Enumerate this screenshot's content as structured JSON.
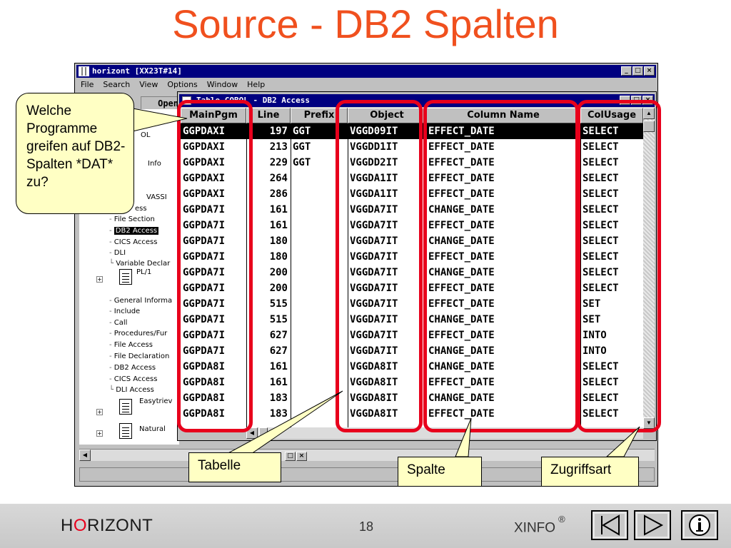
{
  "slide": {
    "title": "Source - DB2 Spalten"
  },
  "outer_window": {
    "title": "horizont [XX23T#14]",
    "menu": [
      "File",
      "Search",
      "View",
      "Options",
      "Window",
      "Help"
    ],
    "toolbar_open": "Open",
    "controls": [
      "_",
      "□",
      "×"
    ]
  },
  "tree": {
    "items": [
      {
        "label": "OL"
      },
      {
        "label": "Info"
      },
      {
        "label": "VASSI"
      },
      {
        "label": "ess"
      },
      {
        "label": "File Section"
      },
      {
        "label": "DB2 Access",
        "selected": true
      },
      {
        "label": "CICS Access"
      },
      {
        "label": "DLI"
      },
      {
        "label": "Variable Declar"
      },
      {
        "label": "PL/1"
      },
      {
        "label": "General Informa"
      },
      {
        "label": "Include"
      },
      {
        "label": "Call"
      },
      {
        "label": "Procedures/Fur"
      },
      {
        "label": "File Access"
      },
      {
        "label": "File Declaration"
      },
      {
        "label": "DB2 Access"
      },
      {
        "label": "CICS Access"
      },
      {
        "label": "DLI Access"
      },
      {
        "label": "Easytriev"
      },
      {
        "label": "Natural"
      }
    ]
  },
  "inner_window": {
    "title": "Table COBOL - DB2 Access",
    "columns": [
      "MainPgm",
      "Line",
      "Prefix",
      "Object",
      "Column Name",
      "ColUsage"
    ],
    "rows": [
      [
        "GGPDAXI",
        "197",
        "GGT",
        "VGGD09IT",
        "EFFECT_DATE",
        "SELECT"
      ],
      [
        "GGPDAXI",
        "213",
        "GGT",
        "VGGDD1IT",
        "EFFECT_DATE",
        "SELECT"
      ],
      [
        "GGPDAXI",
        "229",
        "GGT",
        "VGGDD2IT",
        "EFFECT_DATE",
        "SELECT"
      ],
      [
        "GGPDAXI",
        "264",
        "",
        "VGGDA1IT",
        "EFFECT_DATE",
        "SELECT"
      ],
      [
        "GGPDAXI",
        "286",
        "",
        "VGGDA1IT",
        "EFFECT_DATE",
        "SELECT"
      ],
      [
        "GGPDA7I",
        "161",
        "",
        "VGGDA7IT",
        "CHANGE_DATE",
        "SELECT"
      ],
      [
        "GGPDA7I",
        "161",
        "",
        "VGGDA7IT",
        "EFFECT_DATE",
        "SELECT"
      ],
      [
        "GGPDA7I",
        "180",
        "",
        "VGGDA7IT",
        "CHANGE_DATE",
        "SELECT"
      ],
      [
        "GGPDA7I",
        "180",
        "",
        "VGGDA7IT",
        "EFFECT_DATE",
        "SELECT"
      ],
      [
        "GGPDA7I",
        "200",
        "",
        "VGGDA7IT",
        "CHANGE_DATE",
        "SELECT"
      ],
      [
        "GGPDA7I",
        "200",
        "",
        "VGGDA7IT",
        "EFFECT_DATE",
        "SELECT"
      ],
      [
        "GGPDA7I",
        "515",
        "",
        "VGGDA7IT",
        "EFFECT_DATE",
        "SET"
      ],
      [
        "GGPDA7I",
        "515",
        "",
        "VGGDA7IT",
        "CHANGE_DATE",
        "SET"
      ],
      [
        "GGPDA7I",
        "627",
        "",
        "VGGDA7IT",
        "EFFECT_DATE",
        "INTO"
      ],
      [
        "GGPDA7I",
        "627",
        "",
        "VGGDA7IT",
        "CHANGE_DATE",
        "INTO"
      ],
      [
        "GGPDA8I",
        "161",
        "",
        "VGGDA8IT",
        "CHANGE_DATE",
        "SELECT"
      ],
      [
        "GGPDA8I",
        "161",
        "",
        "VGGDA8IT",
        "EFFECT_DATE",
        "SELECT"
      ],
      [
        "GGPDA8I",
        "183",
        "",
        "VGGDA8IT",
        "CHANGE_DATE",
        "SELECT"
      ],
      [
        "GGPDA8I",
        "183",
        "",
        "VGGDA8IT",
        "EFFECT_DATE",
        "SELECT"
      ]
    ]
  },
  "callouts": {
    "main_question": "Welche Programme greifen auf DB2-Spalten *DAT* zu?",
    "table": "Tabelle",
    "column": "Spalte",
    "access_type": "Zugriffsart"
  },
  "footer": {
    "brand_h": "H",
    "brand_o": "O",
    "brand_rest": "RIZONT",
    "page_number": "18",
    "product": "XINFO",
    "product_mark": "®",
    "nav_buttons": [
      "first-page-icon",
      "next-page-icon",
      "info-icon"
    ]
  },
  "colors": {
    "title": "#f0501e",
    "highlight": "#e8001c",
    "callout_fill": "#ffffc4",
    "titlebar": "#000080"
  }
}
